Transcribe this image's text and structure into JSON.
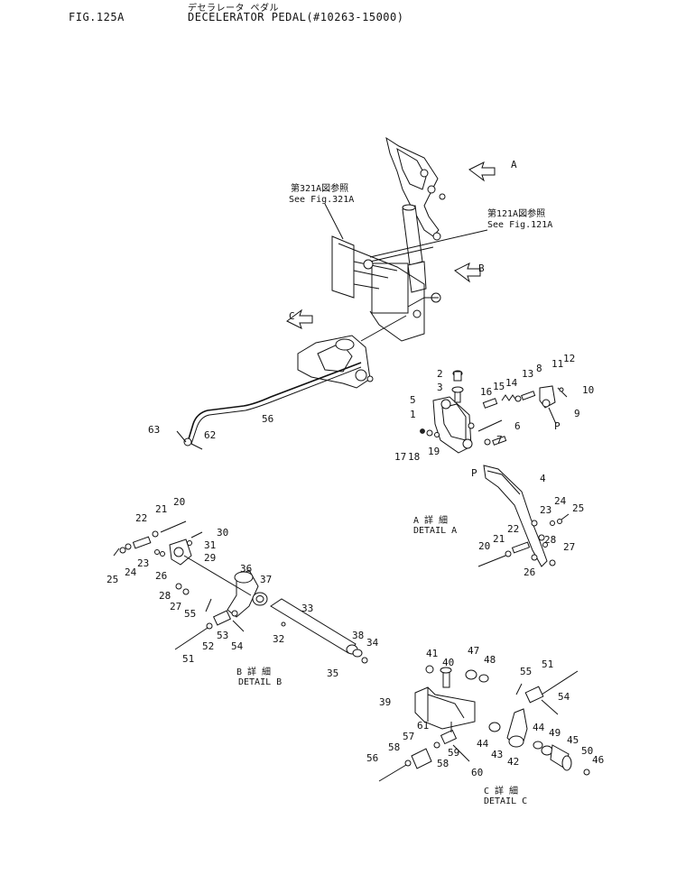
{
  "header": {
    "fig_label": "FIG.125A",
    "jp_title": "デセラレータ ペダル",
    "title": "DECELERATOR PEDAL(#10263-15000)"
  },
  "references": {
    "ref_321": {
      "jp": "第321A図参照",
      "en": "See Fig.321A"
    },
    "ref_121": {
      "jp": "第121A図参照",
      "en": "See Fig.121A"
    }
  },
  "view_arrows": [
    "A",
    "B",
    "C"
  ],
  "details": {
    "a": {
      "jp": "A 詳 細",
      "en": "DETAIL A"
    },
    "b": {
      "jp": "B 詳 細",
      "en": "DETAIL B"
    },
    "c": {
      "jp": "C 詳 細",
      "en": "DETAIL C"
    }
  },
  "part_numbers": {
    "main": [
      "56",
      "62",
      "63"
    ],
    "detail_a": [
      "1",
      "2",
      "3",
      "4",
      "5",
      "6",
      "7",
      "8",
      "9",
      "10",
      "11",
      "12",
      "13",
      "14",
      "15",
      "16",
      "17",
      "18",
      "19",
      "20",
      "21",
      "22",
      "23",
      "24",
      "25",
      "26",
      "27",
      "28",
      "P",
      "P"
    ],
    "detail_b": [
      "20",
      "21",
      "22",
      "23",
      "24",
      "25",
      "26",
      "27",
      "28",
      "29",
      "30",
      "31",
      "32",
      "33",
      "34",
      "35",
      "36",
      "37",
      "38",
      "51",
      "52",
      "53",
      "54",
      "55"
    ],
    "detail_c": [
      "39",
      "40",
      "41",
      "42",
      "43",
      "44",
      "44",
      "45",
      "46",
      "47",
      "48",
      "49",
      "50",
      "51",
      "54",
      "55",
      "56",
      "57",
      "58",
      "58",
      "59",
      "60",
      "61"
    ]
  }
}
